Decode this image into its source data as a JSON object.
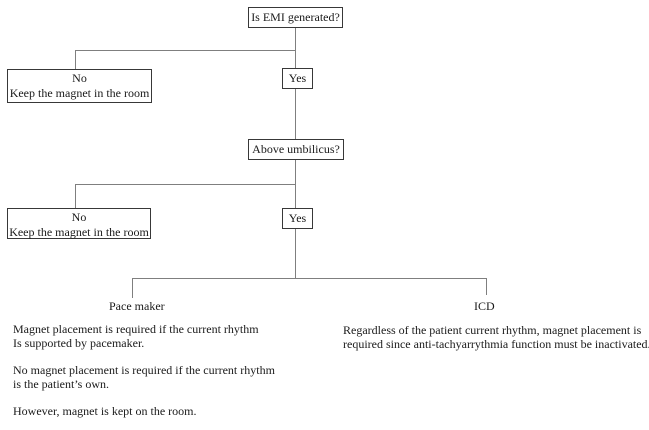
{
  "flowchart": {
    "root_question": "Is EMI generated?",
    "branch1_no": {
      "line1": "No",
      "line2": "Keep the magnet in the room"
    },
    "branch1_yes": "Yes",
    "question2": "Above umbilicus?",
    "branch2_no": {
      "line1": "No",
      "line2": "Keep the magnet in the room"
    },
    "branch2_yes": "Yes",
    "leaf_left": "Pace maker",
    "leaf_right": "ICD"
  },
  "notes": {
    "pacemaker_lines": [
      "Magnet placement is required if the current rhythm",
      "Is supported by pacemaker.",
      "",
      "No magnet placement is required if the current rhythm",
      "is the patient’s own.",
      "",
      "However, magnet is kept on the room."
    ],
    "icd_lines": [
      "Regardless of the patient current rhythm, magnet placement is",
      "required since anti-tachyarrythmia function must be inactivated."
    ]
  },
  "colors": {
    "connector_line": "#7f7f7f",
    "box_border": "#383838",
    "text": "#1a1a1a",
    "background": "#ffffff"
  }
}
